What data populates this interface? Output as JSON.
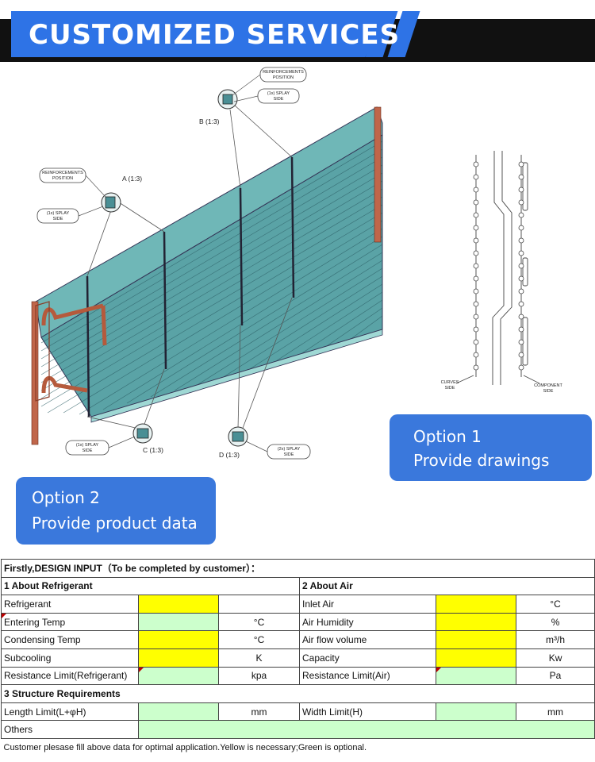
{
  "header": {
    "title": "CUSTOMIZED SERVICES"
  },
  "drawing": {
    "detail_a": "A (1:3)",
    "detail_b": "B (1:3)",
    "detail_c": "C (1:3)",
    "detail_d": "D (1:3)",
    "reinforcements_line1": "REINFORCEMENTS",
    "reinforcements_line2": "POSITION",
    "splay1_line1": "(1x) SPLAY",
    "splay_line2": "SIDE",
    "splay2_line1": "(2x) SPLAY",
    "curves_line1": "CURVES",
    "component_line1": "COMPONENT"
  },
  "option1": {
    "line1": "Option 1",
    "line2": "Provide drawings"
  },
  "option2": {
    "line1": "Option 2",
    "line2": "Provide product data"
  },
  "table": {
    "title": "Firstly,DESIGN INPUT（To be completed by customer）：",
    "sec_refrigerant": "1  About Refrigerant",
    "sec_air": "2  About Air",
    "sec_structure": "3  Structure Requirements",
    "rows": [
      {
        "l_label": "Refrigerant",
        "l_unit": "",
        "r_label": "Inlet Air",
        "r_unit": "°C"
      },
      {
        "l_label": "Entering Temp",
        "l_unit": "°C",
        "r_label": "Air Humidity",
        "r_unit": "%"
      },
      {
        "l_label": "Condensing Temp",
        "l_unit": "°C",
        "r_label": "Air flow volume",
        "r_unit": "m³/h"
      },
      {
        "l_label": "Subcooling",
        "l_unit": "K",
        "r_label": "Capacity",
        "r_unit": "Kw"
      },
      {
        "l_label": "Resistance Limit(Refrigerant)",
        "l_unit": "kpa",
        "r_label": "Resistance Limit(Air)",
        "r_unit": "Pa"
      }
    ],
    "length_label": "Length Limit(L+φH)",
    "length_unit": "mm",
    "width_label": "Width Limit(H)",
    "width_unit": "mm",
    "others_label": "Others",
    "note": "Customer plesase fill above data for optimal application.Yellow is necessary;Green is optional."
  }
}
